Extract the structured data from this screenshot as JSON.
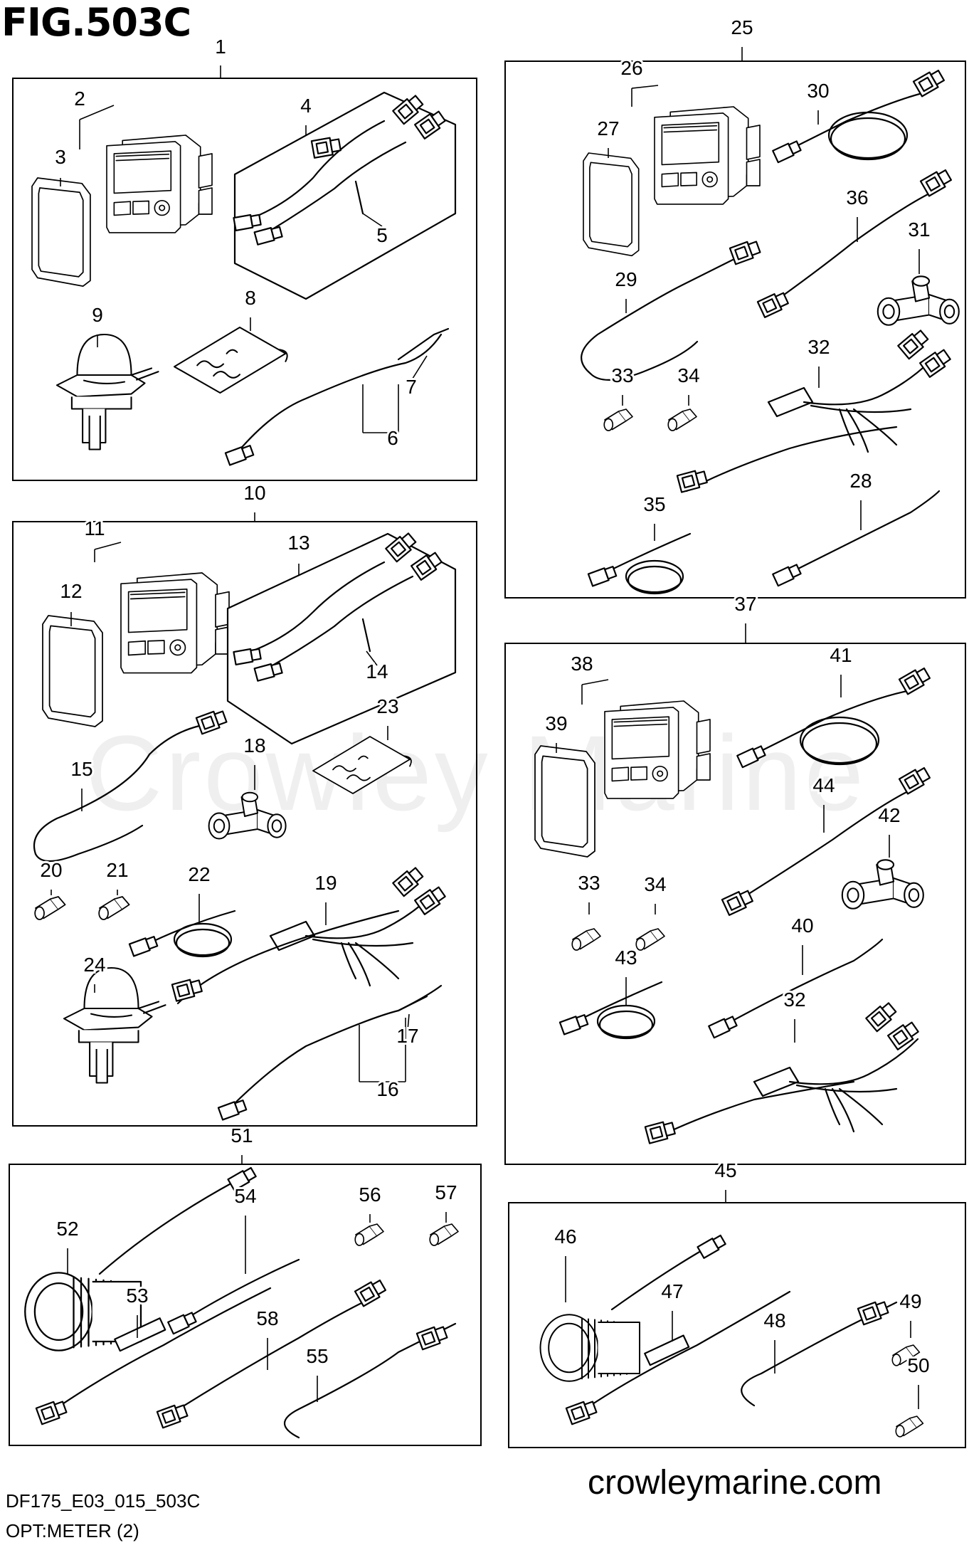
{
  "figure": {
    "title": "FIG.503C",
    "code": "DF175_E03_015_503C",
    "subtitle": "OPT:METER (2)",
    "site": "crowleymarine.com",
    "watermark": "Crowley Marine"
  },
  "callouts": [
    "1",
    "2",
    "3",
    "4",
    "5",
    "6",
    "7",
    "8",
    "9",
    "10",
    "11",
    "12",
    "13",
    "14",
    "15",
    "16",
    "17",
    "18",
    "19",
    "20",
    "21",
    "22",
    "23",
    "24",
    "25",
    "26",
    "27",
    "28",
    "29",
    "30",
    "31",
    "32",
    "33",
    "34",
    "35",
    "36",
    "37",
    "38",
    "39",
    "40",
    "41",
    "42",
    "43",
    "44",
    "45",
    "46",
    "47",
    "48",
    "49",
    "50",
    "51",
    "52",
    "53",
    "54",
    "55",
    "56",
    "57",
    "58"
  ],
  "groups": [
    {
      "label": "1",
      "parts": [
        "2",
        "3",
        "4",
        "5",
        "6",
        "7",
        "8",
        "9"
      ]
    },
    {
      "label": "10",
      "parts": [
        "11",
        "12",
        "13",
        "14",
        "15",
        "16",
        "17",
        "18",
        "19",
        "20",
        "21",
        "22",
        "23",
        "24"
      ]
    },
    {
      "label": "25",
      "parts": [
        "26",
        "27",
        "28",
        "29",
        "30",
        "31",
        "32",
        "33",
        "34",
        "35",
        "36"
      ]
    },
    {
      "label": "37",
      "parts": [
        "38",
        "39",
        "40",
        "41",
        "42",
        "43",
        "44",
        "32",
        "33",
        "34"
      ]
    },
    {
      "label": "51",
      "parts": [
        "52",
        "53",
        "54",
        "55",
        "56",
        "57",
        "58"
      ]
    },
    {
      "label": "45",
      "parts": [
        "46",
        "47",
        "48",
        "49",
        "50"
      ]
    }
  ]
}
